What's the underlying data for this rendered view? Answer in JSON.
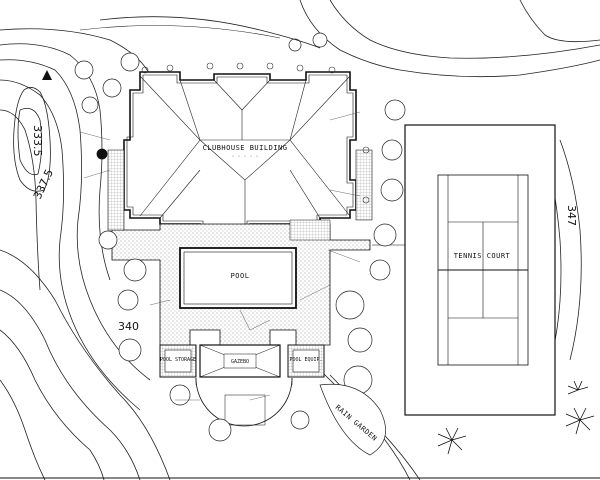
{
  "labels": {
    "clubhouse": "CLUBHOUSE BUILDING",
    "pool": "POOL",
    "pool_storage": "POOL STORAGE",
    "gazebo": "GAZEBO",
    "pool_equip": "POOL EQUIP.",
    "tennis": "TENNIS COURT",
    "rain_garden": "RAIN GARDEN"
  },
  "contours": {
    "c333": "333.5",
    "c337": "337.5",
    "c340": "340",
    "c347": "347"
  }
}
